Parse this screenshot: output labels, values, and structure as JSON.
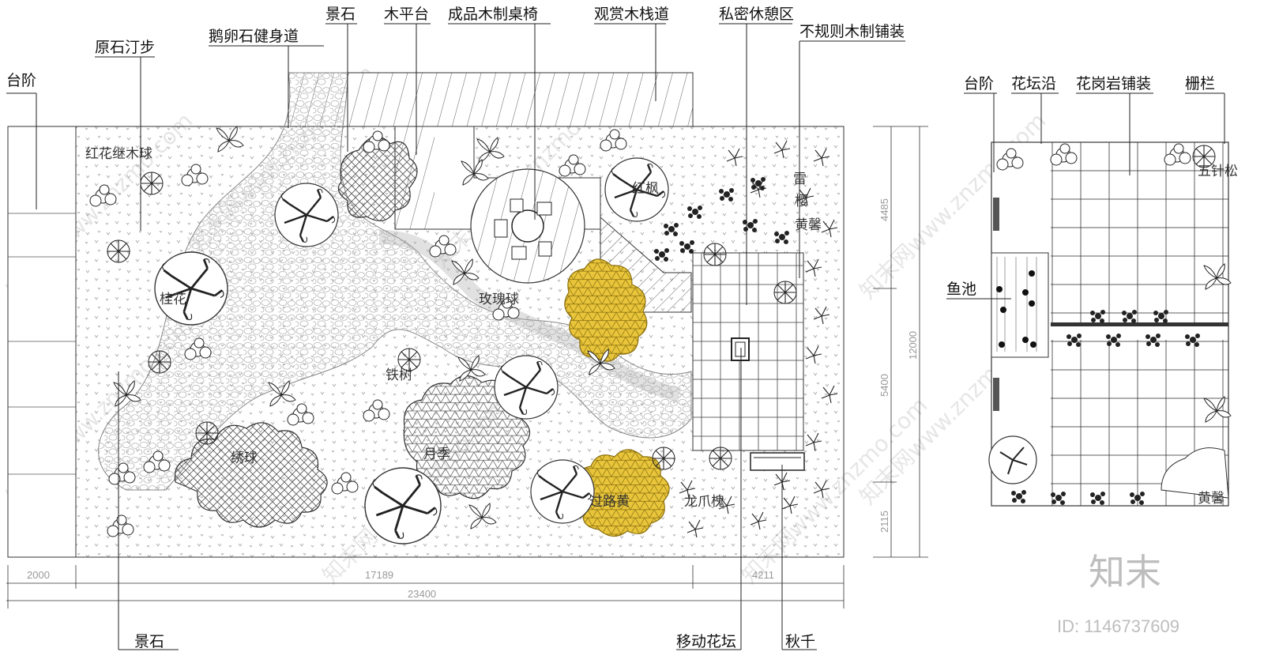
{
  "callouts_top": [
    "台阶",
    "原石汀步",
    "鹅卵石健身道",
    "景石",
    "木平台",
    "成品木制桌椅",
    "观赏木栈道",
    "私密休憩区",
    "不规则木制铺装"
  ],
  "callouts_bottom": [
    "景石",
    "移动花坛",
    "秋千"
  ],
  "plant_labels": [
    "红花继木球",
    "桂花",
    "绣球",
    "铁树",
    "玫瑰球",
    "红枫",
    "雷",
    "樱",
    "黄馨",
    "月季",
    "过路黄",
    "龙爪槐"
  ],
  "dimensions": {
    "bottom": [
      "2000",
      "17189",
      "4211",
      "23400"
    ],
    "right": [
      "4485",
      "5400",
      "2115",
      "12000"
    ]
  },
  "right_plan": {
    "callouts": [
      "台阶",
      "花坛沿",
      "花岗岩铺装",
      "栅栏",
      "鱼池"
    ],
    "plant_labels": [
      "五针松",
      "黄馨"
    ]
  },
  "watermark": "知末网www.znzmo.com",
  "brand": "知末",
  "id_text": "ID: 1146737609",
  "colors": {
    "highlight": "#e8c53a",
    "line": "#111111",
    "pebble": "#bdbdbd",
    "hatch": "#555555"
  }
}
